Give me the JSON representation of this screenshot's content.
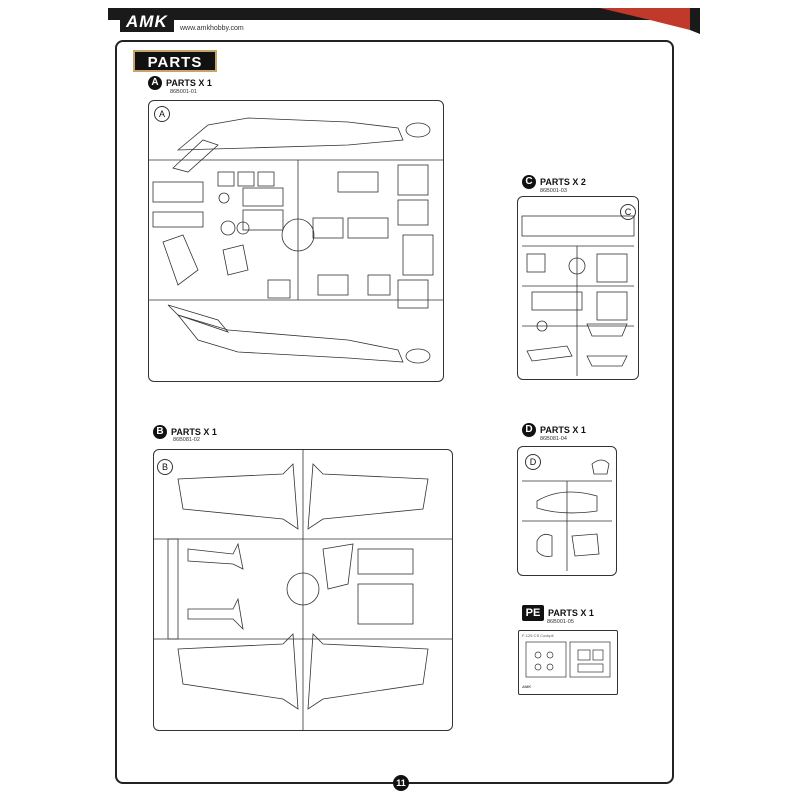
{
  "header": {
    "logo": "AMK",
    "url": "www.amkhobby.com"
  },
  "section_title": "PARTS",
  "page_number": "11",
  "sprues": [
    {
      "letter": "A",
      "qty_label": "PARTS X 1",
      "code": "86B001-01"
    },
    {
      "letter": "C",
      "qty_label": "PARTS X 2",
      "code": "86B001-03"
    },
    {
      "letter": "B",
      "qty_label": "PARTS X 1",
      "code": "86B081-02"
    },
    {
      "letter": "D",
      "qty_label": "PARTS X 1",
      "code": "86B081-04"
    },
    {
      "letter": "PE",
      "qty_label": "PARTS X 1",
      "code": "86B001-05"
    }
  ],
  "pe_tag": "F-125 CS Cockpit",
  "pe_logo": "AMK",
  "colors": {
    "top_bar": "#1a1a1a",
    "accent_red": "#c0392b",
    "tab_border": "#c9a46a"
  }
}
